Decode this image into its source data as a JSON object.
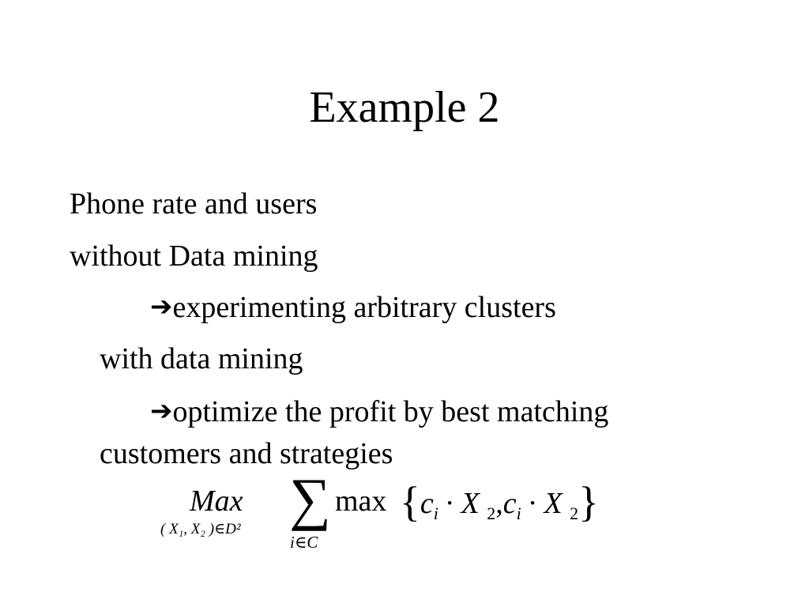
{
  "slide": {
    "title": "Example 2",
    "lines": [
      "Phone rate and users",
      "without Data mining",
      "experimenting arbitrary clusters",
      "with data mining",
      "optimize the profit by best matching",
      "customers and strategies"
    ],
    "arrow": "➔"
  },
  "formula": {
    "max_italic": "Max",
    "max_subscript": "( X₁, X₂ )∈D²",
    "sum_symbol": "∑",
    "sum_subscript": "i∈C",
    "max_word": "max",
    "open_brace": "{",
    "c": "c",
    "i": "i",
    "dot": "·",
    "X": "X",
    "two": "2",
    "comma": ",",
    "close_brace": "}"
  }
}
